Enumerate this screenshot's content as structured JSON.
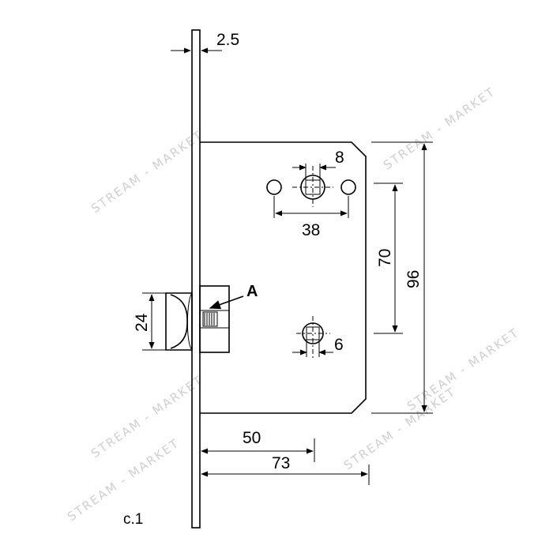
{
  "figure": {
    "caption": "c.1",
    "callout_label": "A",
    "watermark": "STREAM - MARKET",
    "dimensions": {
      "faceplate_thickness": "2.5",
      "spindle_hole_top": "8",
      "fixing_hole_spacing": "38",
      "hole_centers_distance": "70",
      "case_height": "96",
      "latch_height": "24",
      "spindle_hole_bottom": "6",
      "backset": "50",
      "case_depth": "73"
    }
  }
}
